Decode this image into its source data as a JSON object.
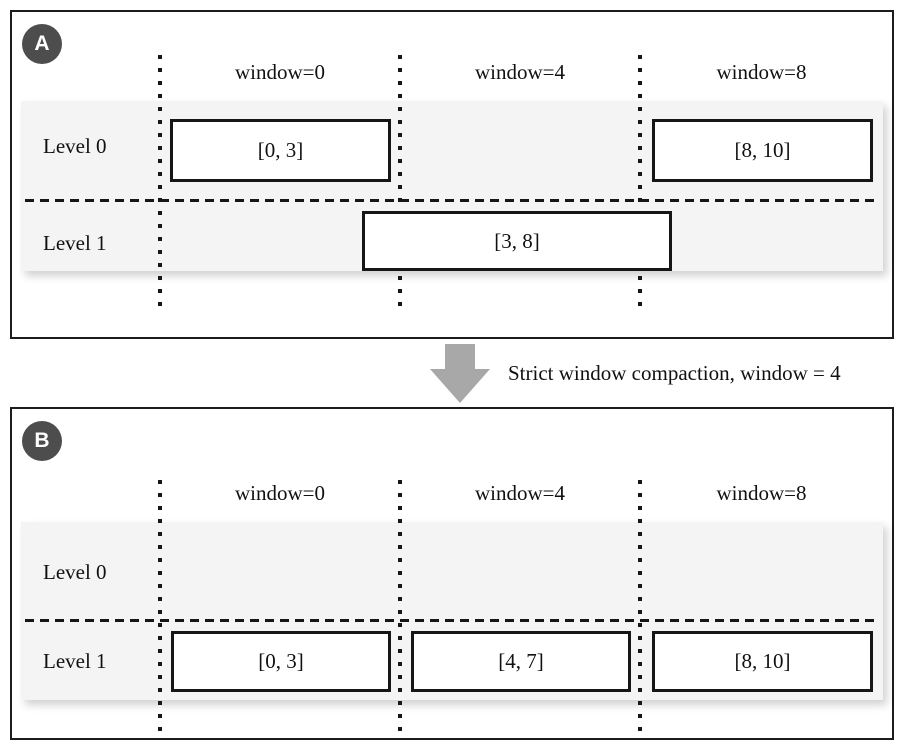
{
  "figure": {
    "connector": {
      "label": "Strict window compaction, window = 4",
      "icon": "down-arrow"
    },
    "colors": {
      "badge_bg": "#4d4d4d",
      "badge_text": "#ffffff",
      "arrow": "#a8a8a8",
      "band_bg": "#f4f4f4",
      "line": "#161616",
      "box_bg": "#ffffff",
      "box_border": "#161616",
      "panel_border": "#1c1c1c"
    },
    "panels": [
      {
        "badge": "A",
        "column_headers": [
          "window=0",
          "window=4",
          "window=8"
        ],
        "row_labels": [
          "Level 0",
          "Level 1"
        ],
        "boxes": [
          {
            "label": "[0, 3]",
            "row": "Level 0",
            "range": [
              0,
              3
            ]
          },
          {
            "label": "[8, 10]",
            "row": "Level 0",
            "range": [
              8,
              10
            ]
          },
          {
            "label": "[3, 8]",
            "row": "Level 1",
            "range": [
              3,
              8
            ]
          }
        ]
      },
      {
        "badge": "B",
        "column_headers": [
          "window=0",
          "window=4",
          "window=8"
        ],
        "row_labels": [
          "Level 0",
          "Level 1"
        ],
        "boxes": [
          {
            "label": "[0, 3]",
            "row": "Level 1",
            "range": [
              0,
              3
            ]
          },
          {
            "label": "[4, 7]",
            "row": "Level 1",
            "range": [
              4,
              7
            ]
          },
          {
            "label": "[8, 10]",
            "row": "Level 1",
            "range": [
              8,
              10
            ]
          }
        ]
      }
    ]
  }
}
